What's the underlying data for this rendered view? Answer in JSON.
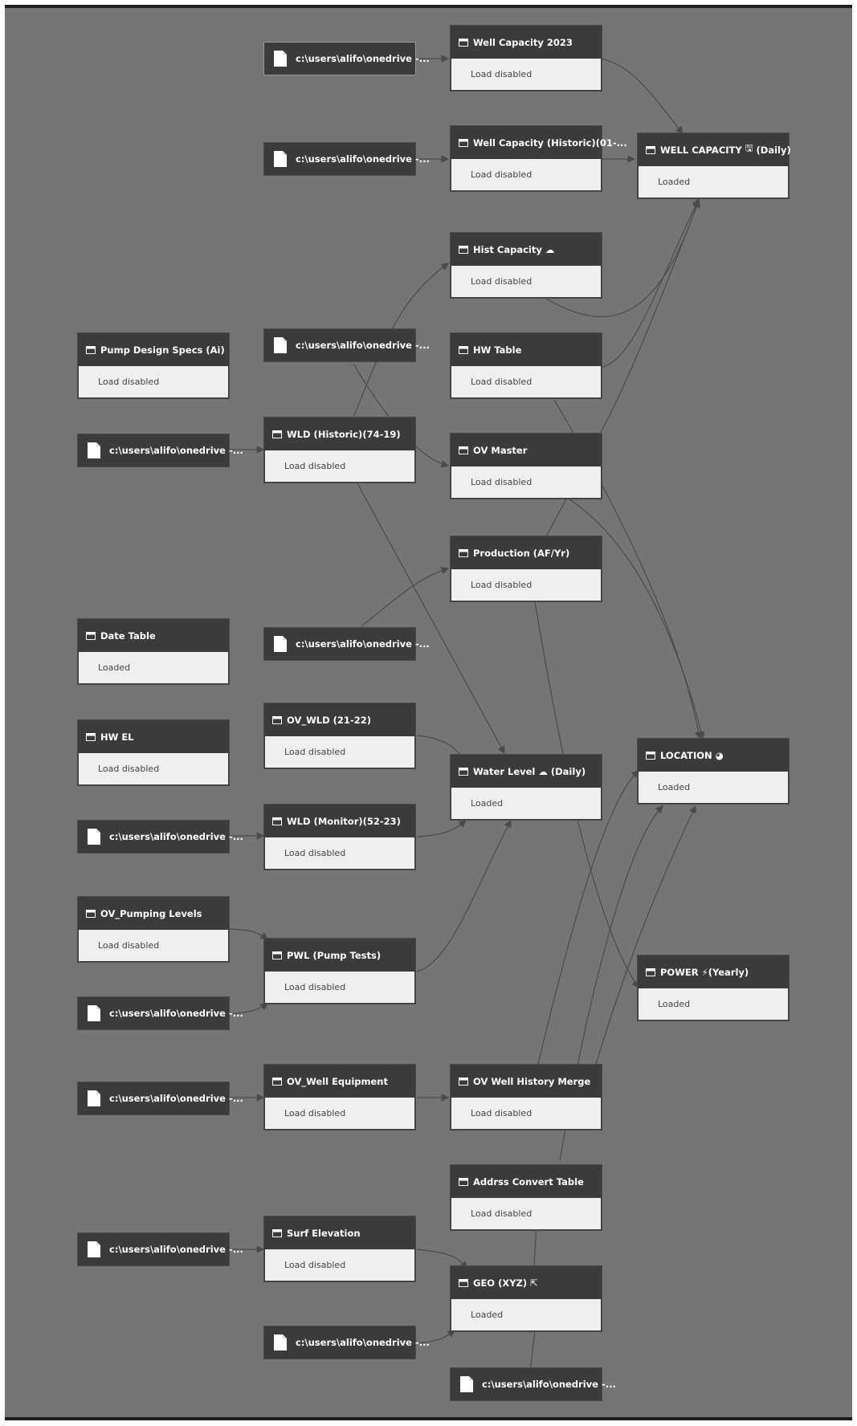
{
  "colors": {
    "canvas": "#757575",
    "node_header": "#3b3b3b",
    "node_body": "#efefef",
    "edge": "#4a4a4a"
  },
  "queries": [
    {
      "id": "wc2023",
      "title": "Well Capacity 2023",
      "status": "Load disabled"
    },
    {
      "id": "wchist",
      "title": "Well Capacity (Historic)(01-...",
      "status": "Load disabled"
    },
    {
      "id": "wcdaily",
      "title": "WELL CAPACITY",
      "glyph": "🖫",
      "title_suffix": "(Daily)",
      "status": "Loaded"
    },
    {
      "id": "histcap",
      "title": "Hist Capacity",
      "glyph": "☁",
      "status": "Load disabled"
    },
    {
      "id": "pumpdesign",
      "title": "Pump Design Specs (Ai)",
      "status": "Load disabled"
    },
    {
      "id": "hwtable",
      "title": "HW Table",
      "status": "Load disabled"
    },
    {
      "id": "wldhist",
      "title": "WLD (Historic)(74-19)",
      "status": "Load disabled"
    },
    {
      "id": "ovmaster",
      "title": "OV Master",
      "status": "Load disabled"
    },
    {
      "id": "production",
      "title": "Production (AF/Yr)",
      "status": "Load disabled"
    },
    {
      "id": "datetable",
      "title": "Date Table",
      "status": "Loaded"
    },
    {
      "id": "hwel",
      "title": "HW EL",
      "status": "Load disabled"
    },
    {
      "id": "ovwld",
      "title": "OV_WLD (21-22)",
      "status": "Load disabled"
    },
    {
      "id": "waterlevel",
      "title": "Water Level",
      "glyph": "☁",
      "title_suffix": "(Daily)",
      "status": "Loaded"
    },
    {
      "id": "location",
      "title": "LOCATION",
      "glyph": "◕",
      "status": "Loaded"
    },
    {
      "id": "wldmon",
      "title": "WLD (Monitor)(52-23)",
      "status": "Load disabled"
    },
    {
      "id": "ovpump",
      "title": "OV_Pumping Levels",
      "status": "Load disabled"
    },
    {
      "id": "pwl",
      "title": "PWL (Pump Tests)",
      "status": "Load disabled"
    },
    {
      "id": "power",
      "title": "POWER",
      "glyph": "⚡",
      "title_suffix": "(Yearly)",
      "status": "Loaded"
    },
    {
      "id": "ovwellequip",
      "title": "OV_Well Equipment",
      "status": "Load disabled"
    },
    {
      "id": "ovwellhist",
      "title": "OV Well History Merge",
      "status": "Load disabled"
    },
    {
      "id": "addrss",
      "title": "Addrss Convert Table",
      "status": "Load disabled"
    },
    {
      "id": "surfelev",
      "title": "Surf Elevation",
      "status": "Load disabled"
    },
    {
      "id": "geo",
      "title": "GEO (XYZ)",
      "glyph": "⇱",
      "status": "Loaded"
    }
  ],
  "sources": [
    {
      "id": "s1",
      "label": "c:\\users\\alifo\\onedrive -..."
    },
    {
      "id": "s2",
      "label": "c:\\users\\alifo\\onedrive -..."
    },
    {
      "id": "s3",
      "label": "c:\\users\\alifo\\onedrive -..."
    },
    {
      "id": "s4",
      "label": "c:\\users\\alifo\\onedrive -..."
    },
    {
      "id": "s5",
      "label": "c:\\users\\alifo\\onedrive -..."
    },
    {
      "id": "s6",
      "label": "c:\\users\\alifo\\onedrive -..."
    },
    {
      "id": "s7",
      "label": "c:\\users\\alifo\\onedrive -..."
    },
    {
      "id": "s8",
      "label": "c:\\users\\alifo\\onedrive -..."
    },
    {
      "id": "s9",
      "label": "c:\\users\\alifo\\onedrive -..."
    },
    {
      "id": "s10",
      "label": "c:\\users\\alifo\\onedrive -..."
    },
    {
      "id": "s11",
      "label": "c:\\users\\alifo\\onedrive -..."
    },
    {
      "id": "s12",
      "label": "c:\\users\\alifo\\onedrive -..."
    }
  ]
}
